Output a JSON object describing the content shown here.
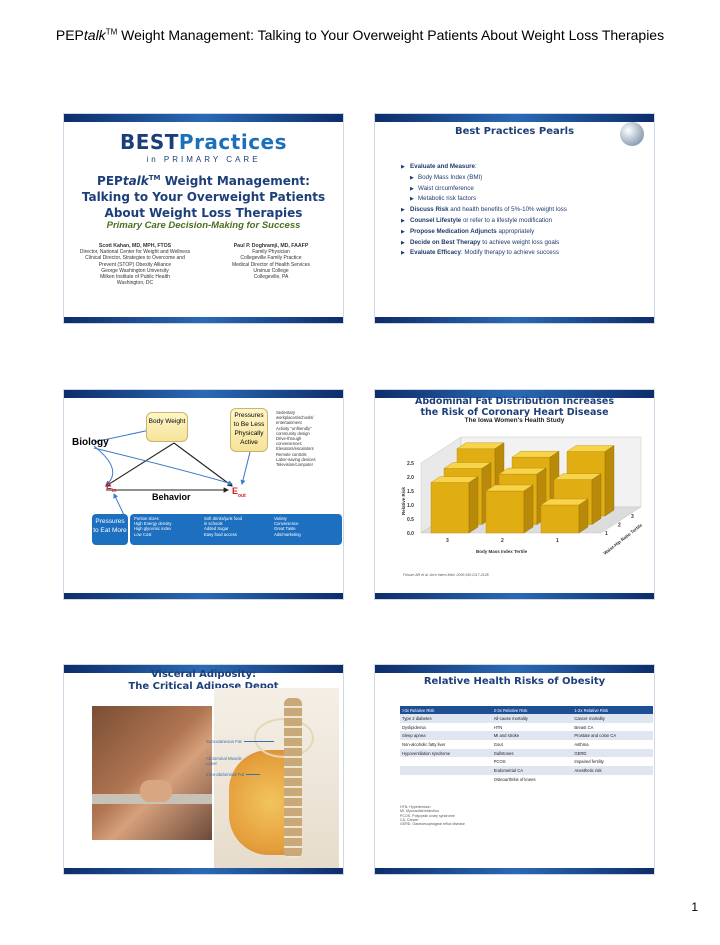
{
  "header": {
    "prefix": "PEP",
    "italic": "talk",
    "tm": "TM",
    "rest": " Weight Management: Talking to Your Overweight Patients About Weight Loss Therapies"
  },
  "slide1": {
    "logo_best": "BEST",
    "logo_practices": "Practices",
    "logo_sub": "in PRIMARY CARE",
    "title_pre": "PEP",
    "title_italic": "talk",
    "title_tm": "TM",
    "title_rest": " Weight Management:",
    "title_line2": "Talking to Your Overweight Patients",
    "title_line3": "About Weight Loss Therapies",
    "subtitle": "Primary Care Decision-Making for Success",
    "author1": {
      "name": "Scott Kahan, MD, MPH, FTOS",
      "lines": [
        "Director, National Center for Weight and Wellness",
        "Clinical Director, Strategies to Overcome and",
        "Prevent (STOP) Obesity Alliance",
        "George Washington University",
        "Milken Institute of Public Health",
        "Washington, DC"
      ]
    },
    "author2": {
      "name": "Paul P. Doghramji, MD, FAAFP",
      "lines": [
        "Family Physician",
        "Collegeville Family Practice",
        "Medical Director of Health Services",
        "Ursinus College",
        "Collegeville, PA"
      ]
    }
  },
  "slide2": {
    "title": "Best Practices Pearls",
    "items": [
      {
        "level": 1,
        "bold": "Evaluate and Measure",
        "rest": ":"
      },
      {
        "level": 2,
        "bold": "",
        "rest": "Body Mass Index (BMI)"
      },
      {
        "level": 2,
        "bold": "",
        "rest": "Waist circumference"
      },
      {
        "level": 2,
        "bold": "",
        "rest": "Metabolic risk factors"
      },
      {
        "level": 1,
        "bold": "Discuss Risk",
        "rest": " and health benefits of 5%-10% weight loss"
      },
      {
        "level": 1,
        "bold": "Counsel Lifestyle",
        "rest": " or refer to a lifestyle modification"
      },
      {
        "level": 1,
        "bold": "Propose Medication Adjuncts",
        "rest": " appropriately"
      },
      {
        "level": 1,
        "bold": "Decide on Best Therapy",
        "rest": " to achieve weight loss goals"
      },
      {
        "level": 1,
        "bold": "Evaluate Efficacy",
        "rest": ": Modify therapy to achieve success"
      }
    ]
  },
  "slide3": {
    "body_weight": "Body Weight",
    "pressures_loss": "Pressures to Be Less Physically Active",
    "loss_list": [
      "Sedentary",
      "workplaces/schools/",
      "entertainment",
      "Activity \"unfriendly\"",
      "community design",
      "Drive-through",
      "conveniences",
      "Elevators/escalators",
      "Remote controls",
      "Labor-saving devices",
      "Television/computer"
    ],
    "biology": "Biology",
    "behavior": "Behavior",
    "e_in": "E",
    "e_in_sub": "in",
    "e_out": "E",
    "e_out_sub": "out",
    "pressures_eat": "Pressures to Eat More",
    "col1": [
      "Portion Sizes",
      "High Energy density",
      "High glycemic index",
      "Low Cost"
    ],
    "col2": [
      "Soft drinks/junk food",
      "in schools",
      "Added Sugar",
      "Easy food access"
    ],
    "col3": [
      "Variety",
      "Convenience",
      "Great Taste",
      "Ads/marketing"
    ]
  },
  "slide4": {
    "title_line1": "Abdominal Fat Distribution Increases",
    "title_line2": "the Risk of Coronary Heart Disease",
    "citation": "Folsom AR et al. Arch Intern Med. 2000;160:2117-2128."
  },
  "chart_data": {
    "type": "bar",
    "title": "The Iowa Women's Health Study",
    "ylabel": "Relative Risk",
    "xlabel": "Body Mass Index Tertile",
    "zlabel": "Waist-Hip Ratio Tertile",
    "ylim": [
      0,
      2.5
    ],
    "y_ticks": [
      "0.0",
      "0.5",
      "1.0",
      "1.5",
      "2.0",
      "2.5"
    ],
    "categories": [
      "3",
      "2",
      "1"
    ],
    "series": [
      {
        "name": "3",
        "values": [
          2.4,
          2.1,
          2.3
        ]
      },
      {
        "name": "2",
        "values": [
          2.0,
          1.8,
          1.6
        ]
      },
      {
        "name": "1",
        "values": [
          1.8,
          1.5,
          1.0
        ]
      }
    ]
  },
  "slide5": {
    "title_line1": "Visceral Adiposity:",
    "title_line2": "The Critical Adipose Depot",
    "labels": [
      "Subcutaneous Fat",
      "Abdominal Muscle Layer",
      "Intra-abdominal Fat"
    ]
  },
  "slide6": {
    "title": "Relative Health Risks of Obesity",
    "headers": [
      ">3x Relative Risk",
      "2-3x Relative Risk",
      "1-2x Relative Risk"
    ],
    "rows": [
      [
        "Type 2 diabetes",
        "All-cause mortality",
        "Cancer mortality"
      ],
      [
        "Dyslipidemia",
        "HTN",
        "Breast CA"
      ],
      [
        "Sleep apnea",
        "MI and stroke",
        "Prostate and colon CA"
      ],
      [
        "Non-alcoholic fatty liver",
        "Gout",
        "Asthma"
      ],
      [
        "Hypoventilation syndrome",
        "Gallstones",
        "GERD"
      ],
      [
        "",
        "PCOS",
        "Impaired fertility"
      ],
      [
        "",
        "Endometrial CA",
        "Anesthetic risk"
      ],
      [
        "",
        "Osteoarthritis of knees",
        ""
      ]
    ],
    "abbrev": [
      "HTN, Hypertension",
      "MI, Myocardial infarction",
      "PCOS, Polycystic ovary syndrome",
      "CA, Cancer",
      "GERD, Gastroesophageal reflux disease"
    ]
  },
  "page_number": "1"
}
